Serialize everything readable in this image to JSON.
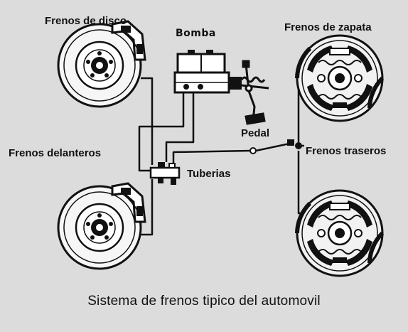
{
  "labels": {
    "disc_brakes": "Frenos de disco",
    "pump": "Bomba",
    "shoe_brakes": "Frenos de zapata",
    "front_brakes": "Frenos delanteros",
    "pedal": "Pedal",
    "rear_brakes": "Frenos traseros",
    "pipes": "Tuberias",
    "caption": "Sistema de frenos tipico del automovil"
  },
  "colors": {
    "background": "#dcdcdc",
    "ink": "#111111",
    "part_fill": "#ffffff"
  }
}
